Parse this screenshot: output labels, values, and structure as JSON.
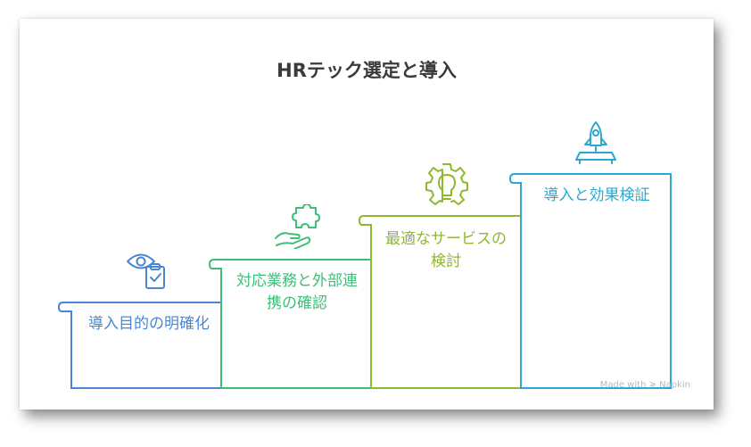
{
  "title": "HRテック選定と導入",
  "colors": {
    "step1": "#4a86d4",
    "step2": "#3dbf7a",
    "step3": "#8fb82e",
    "step4": "#2aa9cf",
    "title": "#3a3a3a",
    "watermark": "#b8b8b8"
  },
  "steps": [
    {
      "label": "導入目的の明確化",
      "icon": "eye-clipboard-icon"
    },
    {
      "label": "対応業務と外部連携の確認",
      "icon": "puzzle-hand-icon"
    },
    {
      "label": "最適なサービスの検討",
      "icon": "gear-lightbulb-icon"
    },
    {
      "label": "導入と効果検証",
      "icon": "rocket-launch-icon"
    }
  ],
  "watermark": "Made with ≽ Napkin"
}
